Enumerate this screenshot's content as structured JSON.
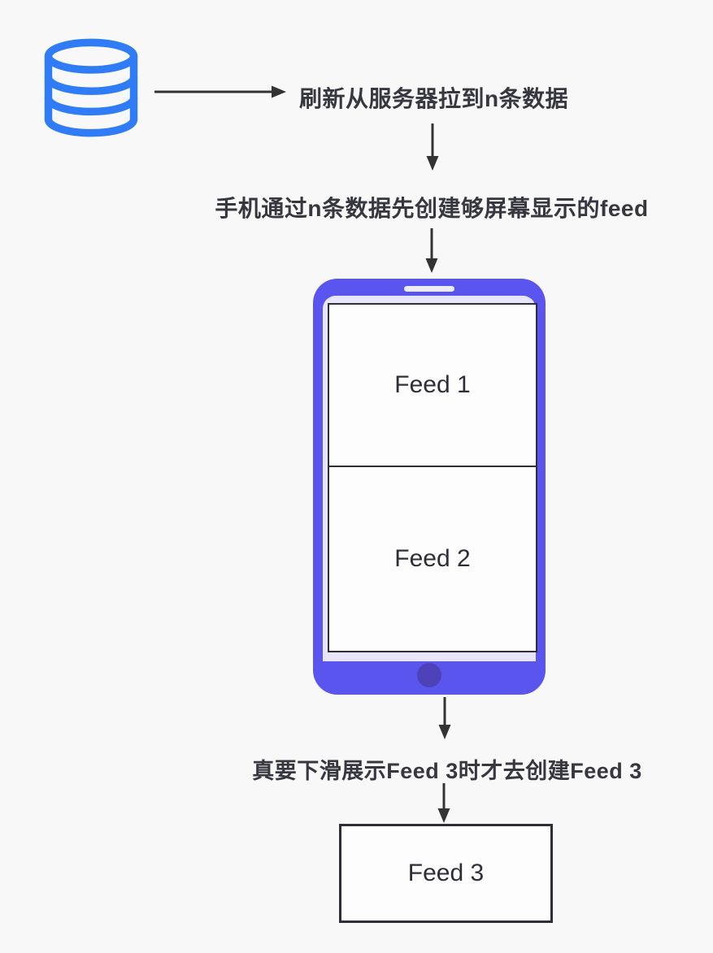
{
  "colors": {
    "background": "#f8f8f9",
    "database_blue": "#2f7cf6",
    "phone_body": "#5b55ef",
    "phone_home_button": "#4d42b8",
    "phone_screen": "#e7e5fb",
    "phone_speaker": "#edecfb",
    "arrow": "#333333",
    "text": "#37373f",
    "box_border": "#2e2e38",
    "box_fill": "#fdfdfe"
  },
  "diagram": {
    "icons": {
      "database": "database-cylinder"
    },
    "step1_label": "刷新从服务器拉到n条数据",
    "step2_label": "手机通过n条数据先创建够屏幕显示的feed",
    "step3_label": "真要下滑展示Feed 3时才去创建Feed 3",
    "phone": {
      "feed1_label": "Feed 1",
      "feed2_label": "Feed 2"
    },
    "feed3_label": "Feed 3"
  }
}
